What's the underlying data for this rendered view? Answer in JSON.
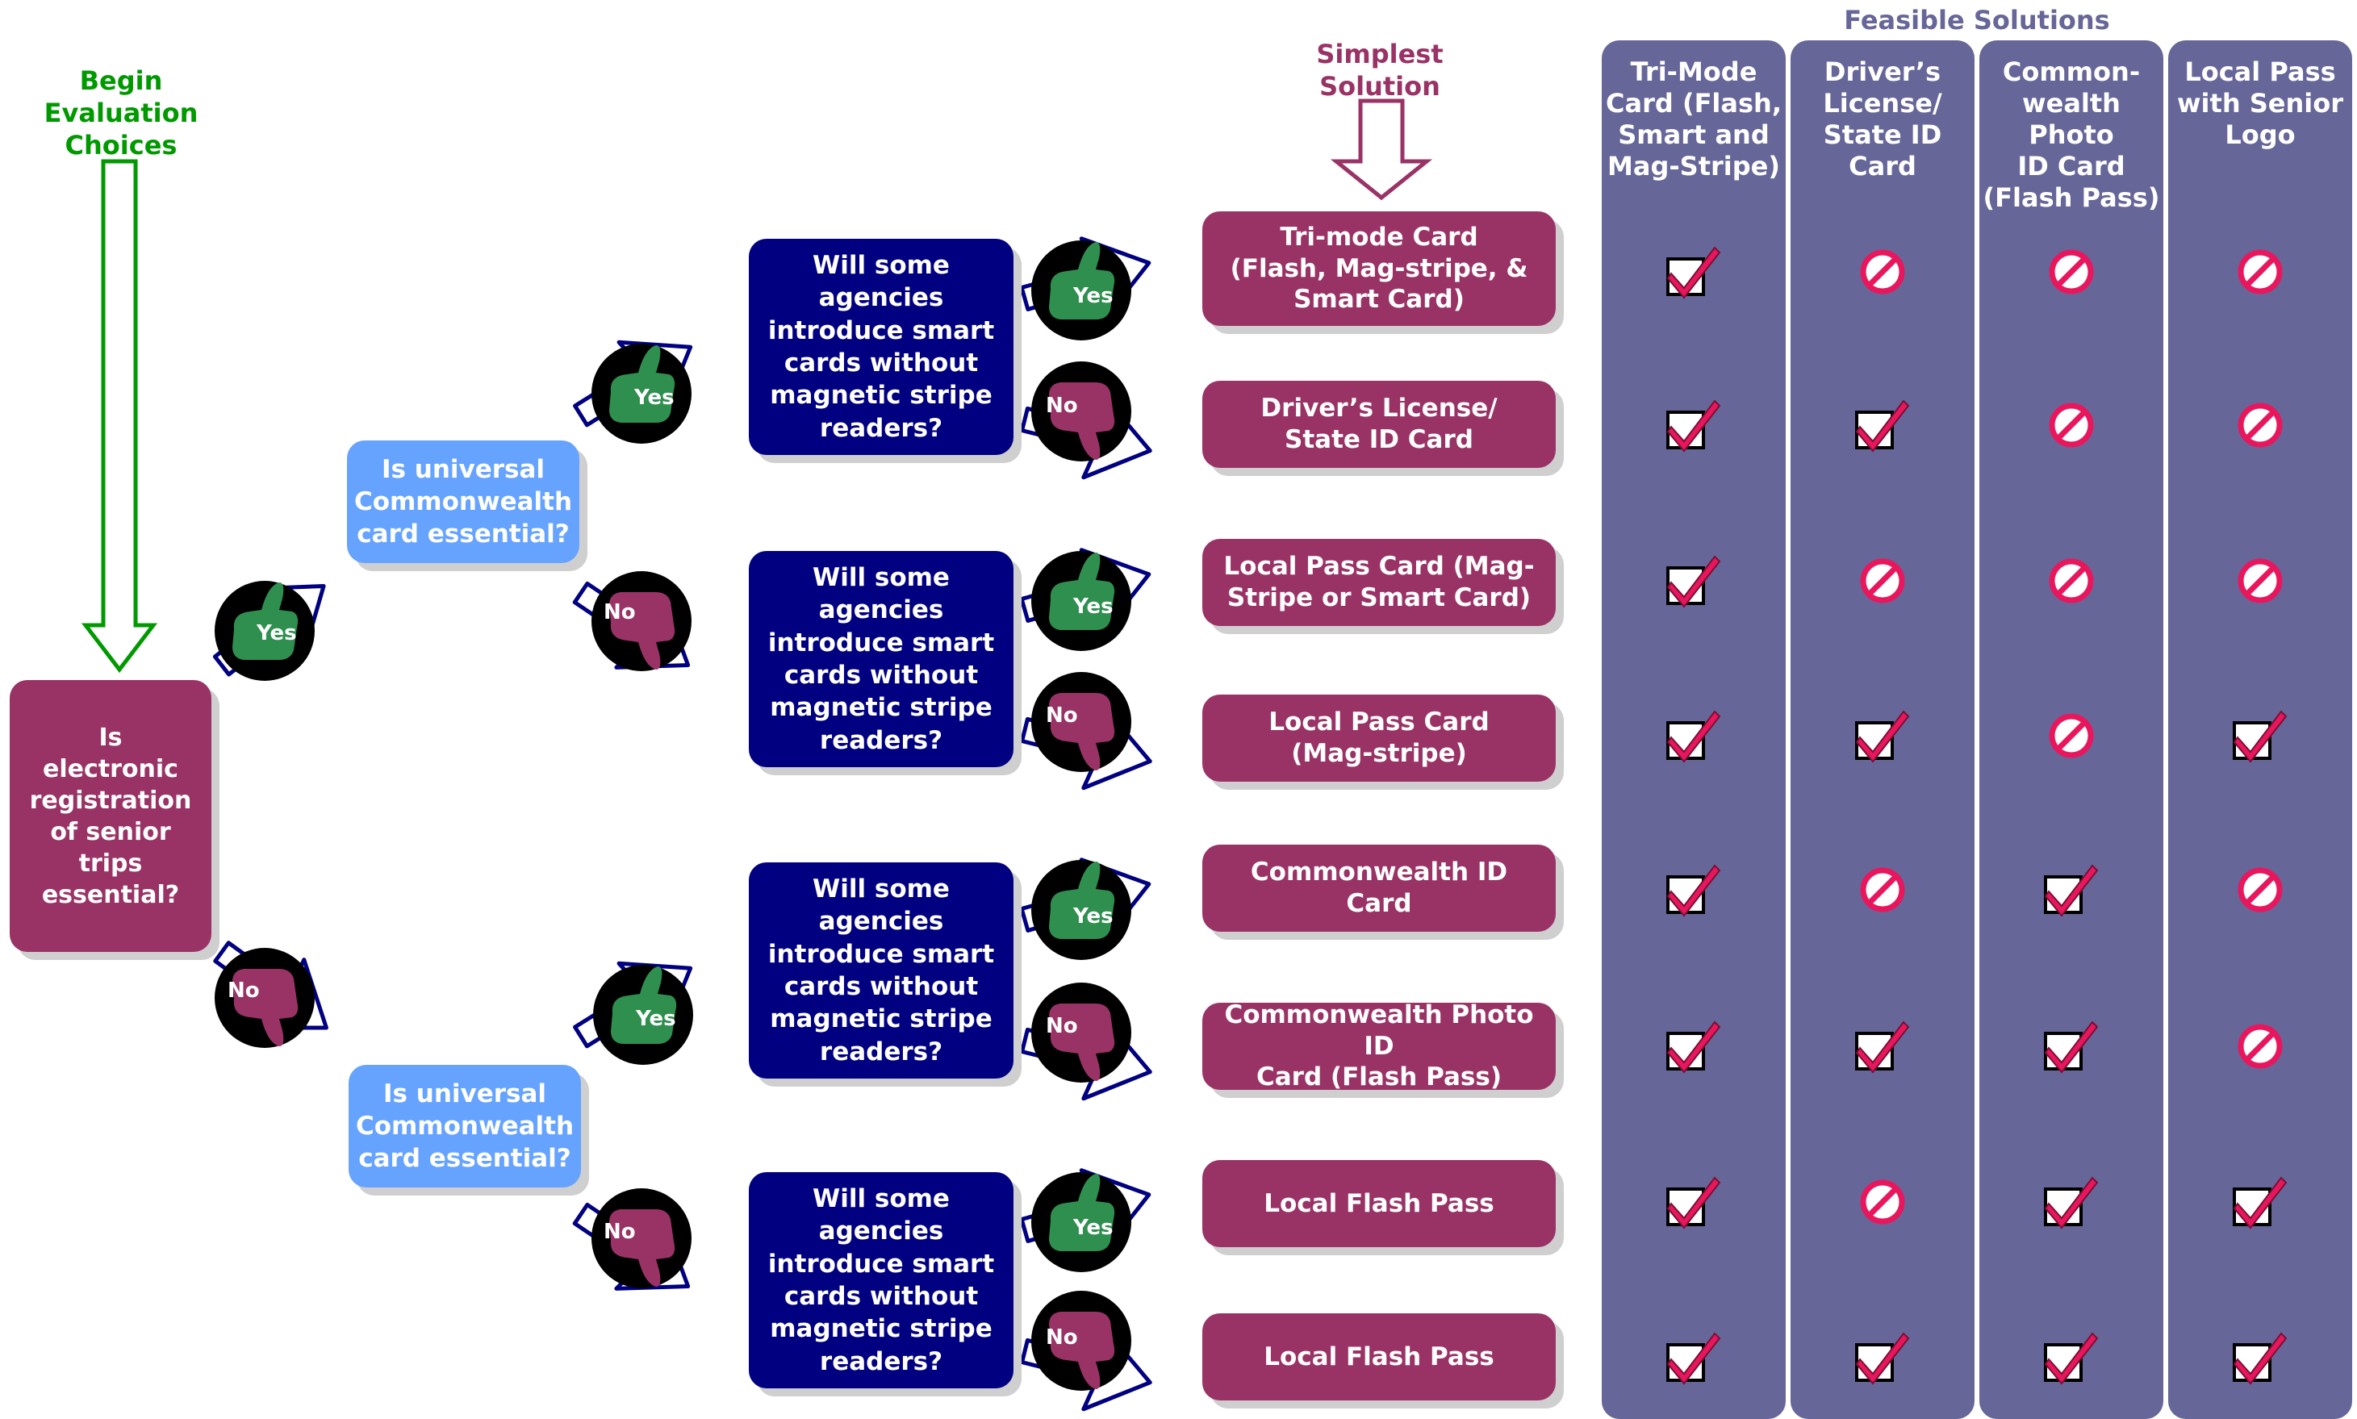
{
  "begin_label": [
    "Begin",
    "Evaluation",
    "Choices"
  ],
  "simplest_label": [
    "Simplest",
    "Solution"
  ],
  "feasible_title": "Feasible Solutions",
  "start_question": [
    "Is",
    "electronic",
    "registration",
    "of senior",
    "trips",
    "essential?"
  ],
  "universal_question": [
    "Is universal",
    "Commonwealth",
    "card essential?"
  ],
  "smartcard_question": [
    "Will some",
    "agencies",
    "introduce smart",
    "cards without",
    "magnetic stripe",
    "readers?"
  ],
  "yes_label": "Yes",
  "no_label": "No",
  "results": [
    [
      "Tri-mode Card",
      "(Flash, Mag-stripe, &",
      "Smart Card)"
    ],
    [
      "Driver’s License/",
      "State ID Card"
    ],
    [
      "Local Pass Card (Mag-",
      "Stripe or Smart Card)"
    ],
    [
      "Local Pass Card",
      "(Mag-stripe)"
    ],
    [
      "Commonwealth ID Card"
    ],
    [
      "Commonwealth Photo ID",
      "Card (Flash Pass)"
    ],
    [
      "Local Flash Pass"
    ],
    [
      "Local Flash Pass"
    ]
  ],
  "columns": [
    {
      "header": [
        "Tri-Mode",
        "Card (Flash,",
        "Smart and",
        "Mag-Stripe)"
      ],
      "marks": [
        "check",
        "check",
        "check",
        "check",
        "check",
        "check",
        "check",
        "check"
      ]
    },
    {
      "header": [
        "Driver’s",
        "License/",
        "State ID",
        "Card"
      ],
      "marks": [
        "no",
        "check",
        "no",
        "check",
        "no",
        "check",
        "no",
        "check"
      ]
    },
    {
      "header": [
        "Common-",
        "wealth Photo",
        "ID Card",
        "(Flash Pass)"
      ],
      "marks": [
        "no",
        "no",
        "no",
        "no",
        "check",
        "check",
        "check",
        "check"
      ]
    },
    {
      "header": [
        "Local Pass",
        "with Senior",
        "Logo"
      ],
      "marks": [
        "no",
        "no",
        "no",
        "check",
        "no",
        "no",
        "check",
        "check"
      ]
    }
  ],
  "colors": {
    "maroon": "#993366",
    "navy": "#000080",
    "blue": "#66a3ff",
    "column": "#666699",
    "green": "#009900",
    "thumb_up": "#2f8f4f",
    "check": "#e8175d"
  }
}
